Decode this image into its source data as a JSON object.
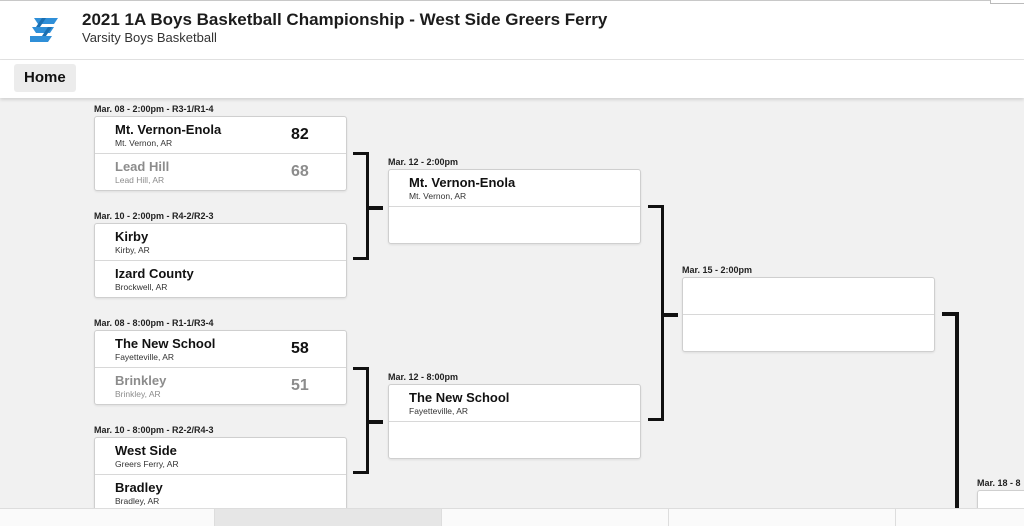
{
  "header": {
    "title": "2021 1A Boys Basketball Championship - West Side Greers Ferry",
    "subtitle": "Varsity Boys Basketball"
  },
  "nav": {
    "home": "Home"
  },
  "colors": {
    "brand": "#2f8fd8",
    "loser_text": "#8c8c8c"
  },
  "round1": [
    {
      "label": "Mar. 08 - 2:00pm - R3-1/R1-4",
      "top": {
        "name": "Mt. Vernon-Enola",
        "location": "Mt. Vernon, AR",
        "score": "82"
      },
      "bottom": {
        "name": "Lead Hill",
        "location": "Lead Hill, AR",
        "score": "68"
      }
    },
    {
      "label": "Mar. 10 - 2:00pm - R4-2/R2-3",
      "top": {
        "name": "Kirby",
        "location": "Kirby, AR",
        "score": ""
      },
      "bottom": {
        "name": "Izard County",
        "location": "Brockwell, AR",
        "score": ""
      }
    },
    {
      "label": "Mar. 08 - 8:00pm - R1-1/R3-4",
      "top": {
        "name": "The New School",
        "location": "Fayetteville, AR",
        "score": "58"
      },
      "bottom": {
        "name": "Brinkley",
        "location": "Brinkley, AR",
        "score": "51"
      }
    },
    {
      "label": "Mar. 10 - 8:00pm - R2-2/R4-3",
      "top": {
        "name": "West Side",
        "location": "Greers Ferry, AR",
        "score": ""
      },
      "bottom": {
        "name": "Bradley",
        "location": "Bradley, AR",
        "score": ""
      }
    }
  ],
  "round2": [
    {
      "label": "Mar. 12 - 2:00pm",
      "top": {
        "name": "Mt. Vernon-Enola",
        "location": "Mt. Vernon, AR"
      },
      "bottom": {
        "name": "",
        "location": ""
      }
    },
    {
      "label": "Mar. 12 - 8:00pm",
      "top": {
        "name": "The New School",
        "location": "Fayetteville, AR"
      },
      "bottom": {
        "name": "",
        "location": ""
      }
    }
  ],
  "round3": [
    {
      "label": "Mar. 15 - 2:00pm"
    }
  ],
  "round4": [
    {
      "label": "Mar. 18 - 8"
    }
  ]
}
